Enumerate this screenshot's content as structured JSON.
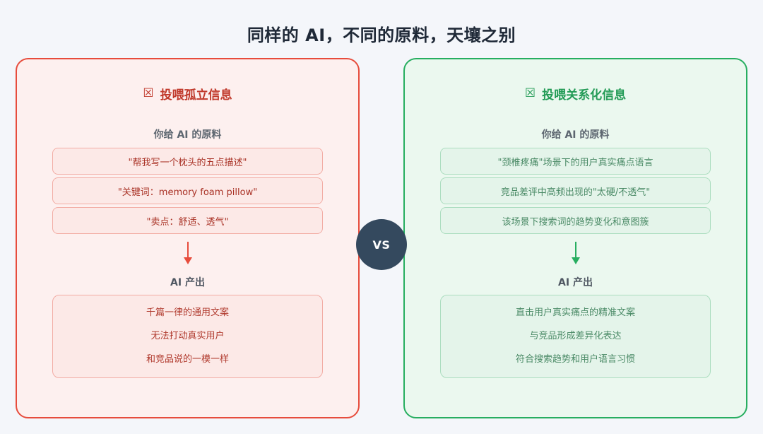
{
  "title": "同样的 AI，不同的原料，天壤之别",
  "vs": {
    "label": "VS",
    "bg_color": "#34495E"
  },
  "colors": {
    "page_bg": "#F4F6FA",
    "left_accent": "#E74C3C",
    "left_panel_bg": "#FDF0EF",
    "left_header_text": "#C0392B",
    "right_accent": "#27AE60",
    "right_panel_bg": "#EBF8EF",
    "right_header_text": "#239B56"
  },
  "left": {
    "icon": "☒",
    "header": "投喂孤立信息",
    "input_title": "你给 AI 的原料",
    "inputs": [
      "\"帮我写一个枕头的五点描述\"",
      "\"关键词：memory foam pillow\"",
      "\"卖点：舒适、透气\""
    ],
    "output_title": "AI 产出",
    "outputs": [
      "千篇一律的通用文案",
      "无法打动真实用户",
      "和竞品说的一模一样"
    ]
  },
  "right": {
    "icon": "☒",
    "header": "投喂关系化信息",
    "input_title": "你给 AI 的原料",
    "inputs": [
      "\"颈椎疼痛\"场景下的用户真实痛点语言",
      "竞品差评中高频出现的\"太硬/不透气\"",
      "该场景下搜索词的趋势变化和意图簇"
    ],
    "output_title": "AI 产出",
    "outputs": [
      "直击用户真实痛点的精准文案",
      "与竞品形成差异化表达",
      "符合搜索趋势和用户语言习惯"
    ]
  }
}
